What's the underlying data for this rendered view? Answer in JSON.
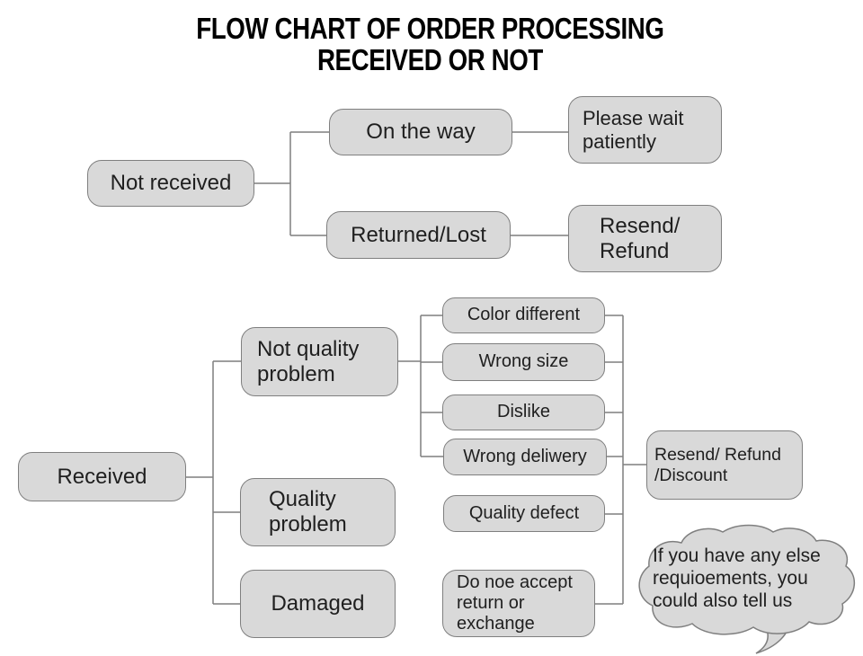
{
  "title": {
    "line1": "FLOW CHART OF ORDER PROCESSING",
    "line2": "RECEIVED OR NOT"
  },
  "colors": {
    "background": "#ffffff",
    "node_fill": "#d9d9d9",
    "node_border": "#7f7f7f",
    "connector": "#7f7f7f",
    "node_text": "#1f1f1f",
    "title_text": "#000000"
  },
  "nodes": {
    "not_received": "Not received",
    "on_the_way": "On the way",
    "please_wait": "Please wait\npatiently",
    "returned_lost": "Returned/Lost",
    "resend_refund": "Resend/\nRefund",
    "received": "Received",
    "not_quality_problem": "Not quality\nproblem",
    "quality_problem": "Quality\nproblem",
    "damaged": "Damaged",
    "color_different": "Color different",
    "wrong_size": "Wrong size",
    "dislike": "Dislike",
    "wrong_deliwery": "Wrong deliwery",
    "quality_defect": "Quality defect",
    "do_noe_accept": "Do noe accept\nreturn or\nexchange",
    "resend_refund_discount": "Resend/ Refund\n/Discount"
  },
  "speech_bubble": {
    "text": "If you have any else\nrequioements, you\ncould also tell us"
  }
}
